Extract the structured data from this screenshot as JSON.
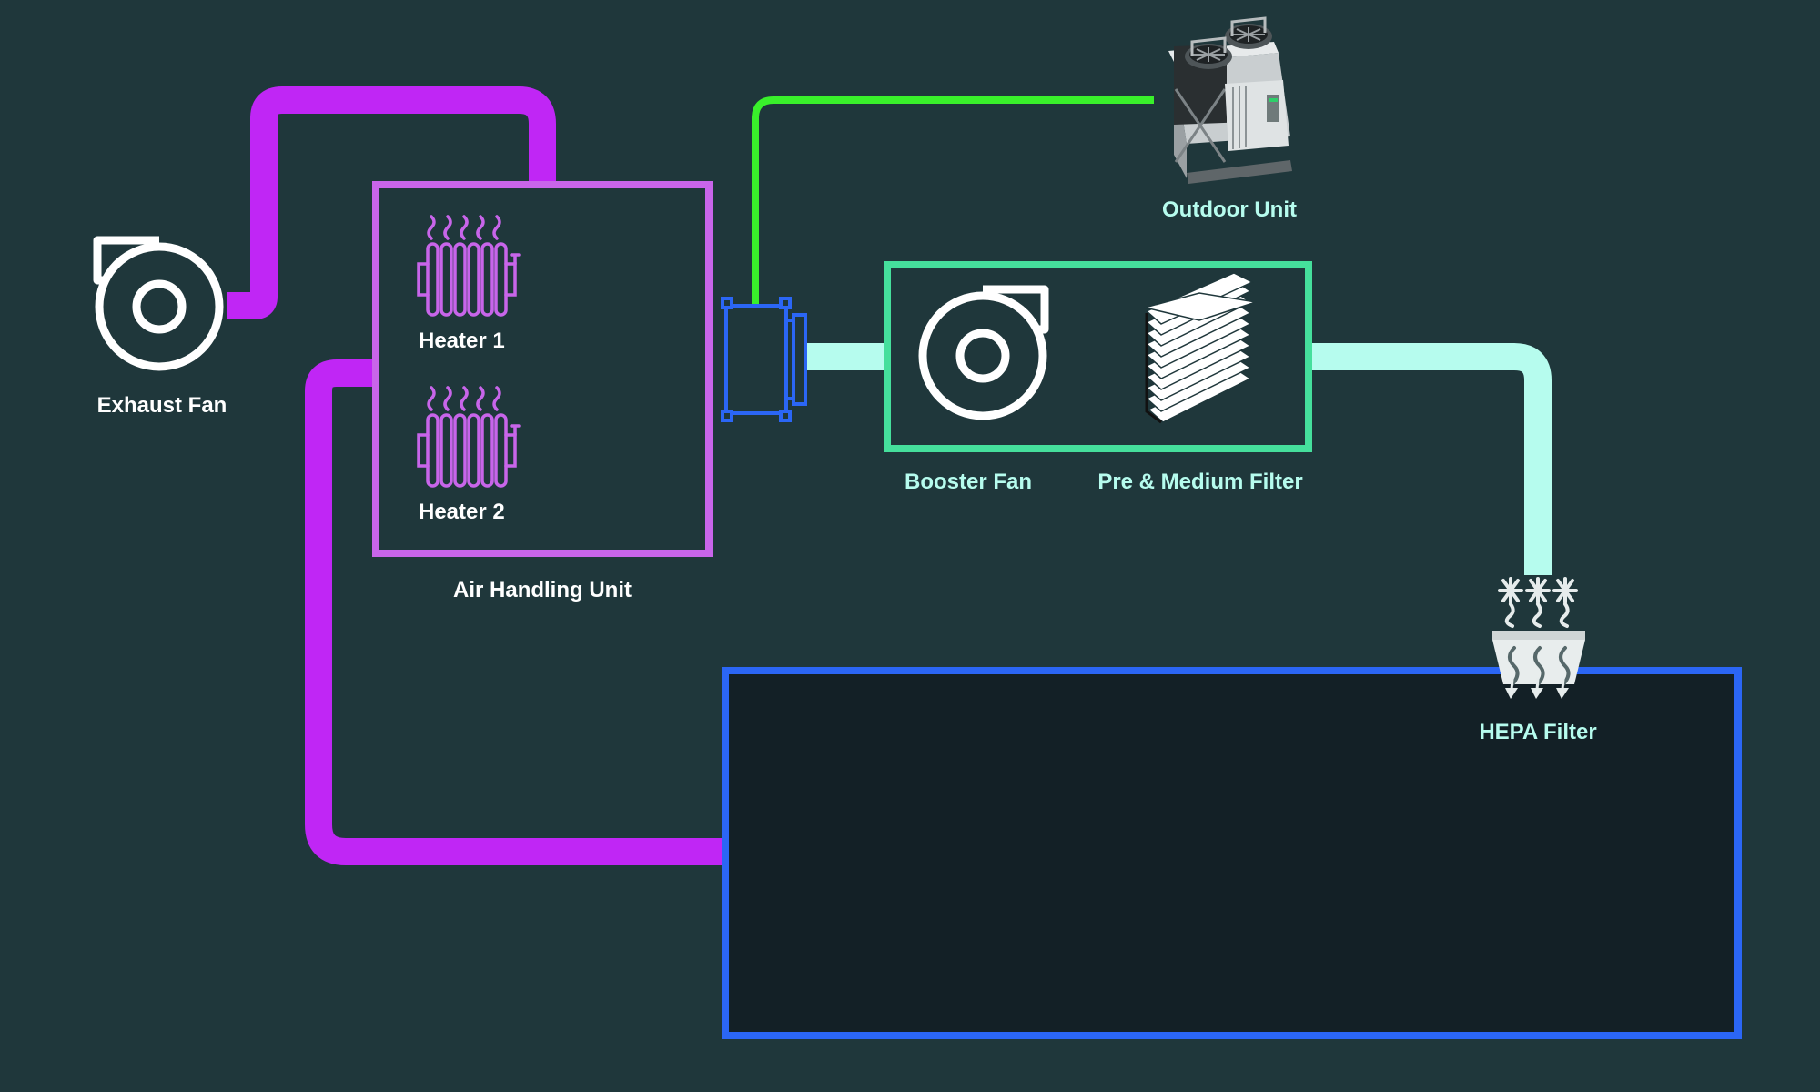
{
  "colors": {
    "background": "#1f373b",
    "exhaust_duct": "#c026f5",
    "ahu": "#c865ea",
    "chiller_line": "#39f02b",
    "supply_duct": "#b6fcee",
    "booster_box": "#45df9c",
    "room": "#2b66f5",
    "room_fill": "#132026",
    "label_white": "#ffffff",
    "label_cyan": "#b6fcee"
  },
  "components": {
    "exhaust_fan": {
      "label": "Exhaust Fan",
      "icon": "centrifugal-fan-icon"
    },
    "heater_1": {
      "label": "Heater 1",
      "icon": "radiator-icon"
    },
    "heater_2": {
      "label": "Heater 2",
      "icon": "radiator-icon"
    },
    "air_handling_unit": {
      "label": "Air Handling Unit"
    },
    "coil": {
      "icon": "cooling-coil-icon"
    },
    "outdoor_unit": {
      "label": "Outdoor Unit",
      "icon": "outdoor-chiller-icon"
    },
    "booster_fan": {
      "label": "Booster Fan",
      "icon": "centrifugal-fan-icon"
    },
    "pre_medium_filter": {
      "label": "Pre & Medium Filter",
      "icon": "pleated-filter-icon"
    },
    "hepa_filter": {
      "label": "HEPA Filter",
      "icon": "hepa-diffuser-icon"
    }
  }
}
